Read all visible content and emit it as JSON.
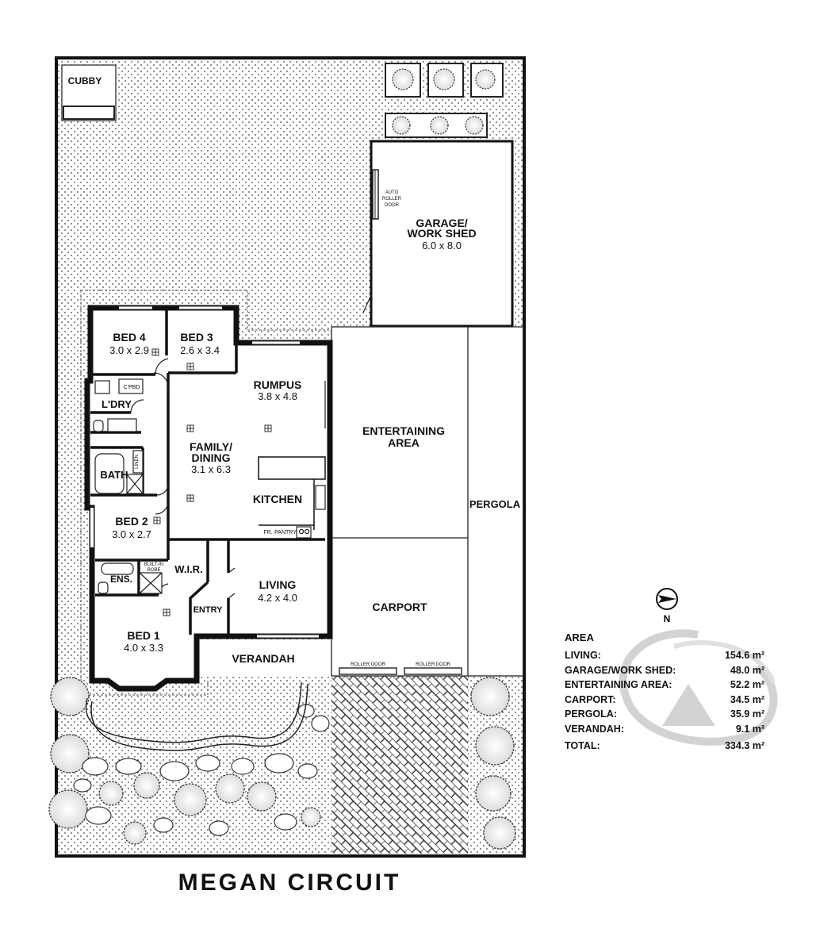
{
  "street": "MEGAN CIRCUIT",
  "rooms": {
    "cubby": "CUBBY",
    "garage": {
      "name": [
        "GARAGE/",
        "WORK SHED"
      ],
      "size": "6.0 x 8.0",
      "door": [
        "AUTO",
        "ROLLER",
        "DOOR"
      ]
    },
    "bed4": {
      "name": "BED 4",
      "size": "3.0 x 2.9"
    },
    "bed3": {
      "name": "BED 3",
      "size": "2.6 x 3.4"
    },
    "cpbd": "C'PBD",
    "laundry": "L'DRY",
    "rumpus": {
      "name": "RUMPUS",
      "size": "3.8 x 4.8"
    },
    "family": {
      "name": [
        "FAMILY/",
        "DINING"
      ],
      "size": "3.1 x 6.3"
    },
    "linen": "LINEN",
    "bath": "BATH",
    "kitchen": "KITCHEN",
    "fr": "FR.",
    "pantry": "PANTRY",
    "entertaining": [
      "ENTERTAINING",
      "AREA"
    ],
    "pergola": "PERGOLA",
    "bed2": {
      "name": "BED 2",
      "size": "3.0 x 2.7"
    },
    "robe": [
      "BUILT-IN",
      "ROBE"
    ],
    "wir": "W.I.R.",
    "ensuite": "ENS.",
    "living": {
      "name": "LIVING",
      "size": "4.2 x 4.0"
    },
    "entry": "ENTRY",
    "carport": "CARPORT",
    "bed1": {
      "name": "BED 1",
      "size": "4.0 x 3.3"
    },
    "verandah": "VERANDAH",
    "roller_door": "ROLLER DOOR"
  },
  "compass": "N",
  "area": {
    "title": "AREA",
    "rows": [
      {
        "label": "LIVING:",
        "value": "154.6 m²"
      },
      {
        "label": "GARAGE/WORK SHED:",
        "value": "48.0 m²"
      },
      {
        "label": "ENTERTAINING AREA:",
        "value": "52.2 m²"
      },
      {
        "label": "CARPORT:",
        "value": "34.5 m²"
      },
      {
        "label": "PERGOLA:",
        "value": "35.9 m²"
      },
      {
        "label": "VERANDAH:",
        "value": "9.1 m²"
      }
    ],
    "total": {
      "label": "TOTAL:",
      "value": "334.3 m²"
    }
  },
  "colors": {
    "wall": "#111111",
    "line": "#222222",
    "watermark": "#c9c9c9"
  }
}
